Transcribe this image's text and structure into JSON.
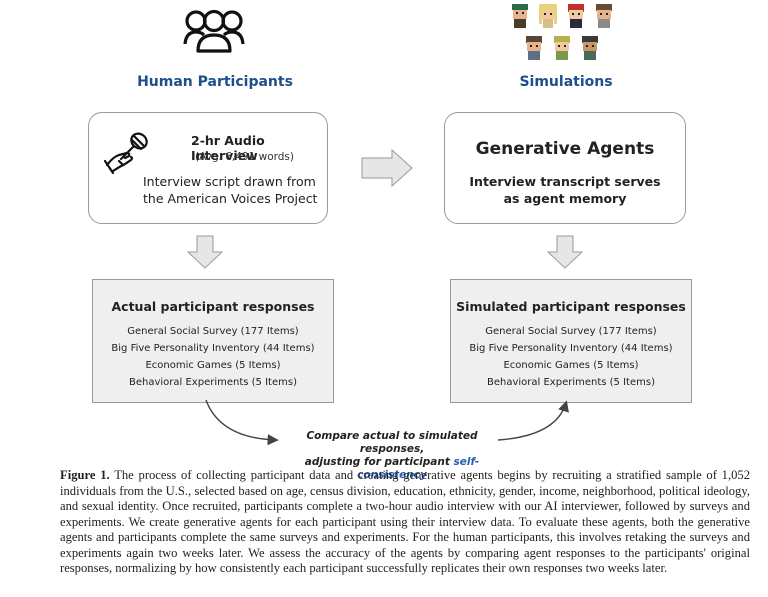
{
  "left_column": {
    "heading": "Human Participants",
    "interview": {
      "title": "2-hr Audio Interview",
      "subtitle": "(Avg. 6,491 words)",
      "description": "Interview script drawn from\nthe American Voices Project"
    },
    "responses": {
      "title": "Actual participant responses",
      "items": [
        "General Social Survey (177 Items)",
        "Big Five Personality Inventory (44 Items)",
        "Economic Games (5 Items)",
        "Behavioral Experiments (5 Items)"
      ]
    }
  },
  "right_column": {
    "heading": "Simulations",
    "agents": {
      "title": "Generative Agents",
      "description": "Interview transcript serves\nas agent memory"
    },
    "responses": {
      "title": "Simulated participant responses",
      "items": [
        "General Social Survey (177 Items)",
        "Big Five Personality Inventory (44 Items)",
        "Economic Games (5 Items)",
        "Behavioral Experiments (5 Items)"
      ]
    }
  },
  "compare": {
    "line1": "Compare actual to simulated responses,",
    "line2_prefix": "adjusting for participant ",
    "line2_highlight": "self-consistency"
  },
  "caption": {
    "label": "Figure 1.",
    "text": "The process of collecting participant data and creating generative agents begins by recruiting a stratified sample of 1,052 individuals from the U.S., selected based on age, census division, education, ethnicity, gender, income, neighborhood, political ideology, and sexual identity. Once recruited, participants complete a two-hour audio interview with our AI interviewer, followed by surveys and experiments. We create generative agents for each participant using their interview data. To evaluate these agents, both the generative agents and participants complete the same surveys and experiments. For the human participants, this involves retaking the surveys and experiments again two weeks later. We assess the accuracy of the agents by comparing agent responses to the participants' original responses, normalizing by how consistently each participant successfully replicates their own responses two weeks later."
  },
  "icons": {
    "people": "people-group-icon",
    "agents": "pixel-agents-icon",
    "microphone": "microphone-hand-icon"
  },
  "colors": {
    "heading": "#1f4e8c",
    "highlight": "#2a5bb0",
    "response_box": "#efefef"
  }
}
